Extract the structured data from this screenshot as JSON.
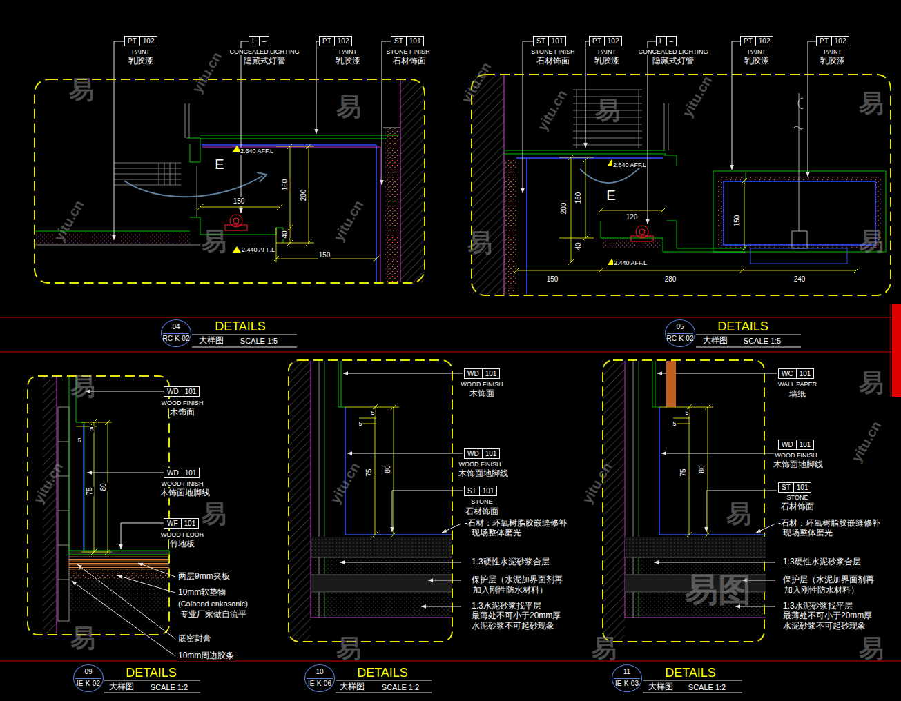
{
  "diagram": {
    "nodes": [
      {
        "text": [
          "PT",
          "102"
        ]
      },
      {
        "text": [
          "L",
          "–"
        ]
      },
      {
        "text": [
          "PT",
          "102"
        ]
      },
      {
        "text": [
          "ST",
          "101"
        ]
      },
      {
        "text": [
          "ST",
          "101"
        ]
      },
      {
        "text": [
          "PT",
          "102"
        ]
      },
      {
        "text": [
          "L",
          "–"
        ]
      },
      {
        "text": [
          "PT",
          "102"
        ]
      },
      {
        "text": [
          "PT",
          "102"
        ]
      },
      {
        "text": [
          "04",
          "RC-K-02"
        ]
      },
      {
        "text": [
          "05",
          "RC-K-02"
        ]
      },
      {
        "text": [
          "WD",
          "101"
        ]
      },
      {
        "text": [
          "WD",
          "101"
        ]
      },
      {
        "text": [
          "WF",
          "101"
        ]
      },
      {
        "text": [
          "WD",
          "101"
        ]
      },
      {
        "text": [
          "WD",
          "101"
        ]
      },
      {
        "text": [
          "ST",
          "101"
        ]
      },
      {
        "text": [
          "WC",
          "101"
        ]
      },
      {
        "text": [
          "WD",
          "101"
        ]
      },
      {
        "text": [
          "ST",
          "101"
        ]
      },
      {
        "text": [
          "09",
          "IE-K-02"
        ]
      },
      {
        "text": [
          "10",
          "IE-K-06"
        ]
      },
      {
        "text": [
          "11",
          "IE-K-03"
        ]
      }
    ],
    "labels": [
      "PAINT",
      "乳胶漆",
      "CONCEALED LIGHTING",
      "隐藏式灯管",
      "PAINT",
      "乳胶漆",
      "STONE FINISH",
      "石材饰面",
      "2.640 AFF.L",
      "E",
      "160",
      "200",
      "150",
      "40",
      "2.440 AFF.L",
      "150",
      "STONE FINISH",
      "石材饰面",
      "PAINT",
      "乳胶漆",
      "CONCEALED LIGHTING",
      "隐藏式灯管",
      "PAINT",
      "乳胶漆",
      "PAINT",
      "乳胶漆",
      "2.640 AFF.L",
      "E",
      "200",
      "160",
      "120",
      "40",
      "2.440 AFF.L",
      "150",
      "280",
      "150",
      "240",
      "DETAILS",
      "大样图",
      "SCALE 1:5",
      "DETAILS",
      "大样图",
      "SCALE 1:5",
      "WOOD FINISH",
      "木饰面",
      "WOOD FINISH",
      "木饰面地脚线",
      "WOOD FLOOR",
      "竹地板",
      "两层9mm夹板",
      "10mm软垫物",
      "(Colbond enkasonic)",
      "专业厂家做自流平",
      "嵌密封膏",
      "10mm周边胶条",
      "5",
      "5",
      "75",
      "80",
      "WOOD FINISH",
      "木饰面",
      "WOOD FINISH",
      "木饰面地脚线",
      "STONE",
      "石材饰面",
      "-石材：环氧树脂胶嵌缝修补",
      "现场整体磨光",
      "1:3硬性水泥砂浆合层",
      "保护层（水泥加界面剂再",
      "加入刚性防水材料）",
      "1:3水泥砂浆找平层",
      "最薄处不可小于20mm厚",
      "水泥砂浆不可起砂现象",
      "5",
      "5",
      "75",
      "80",
      "WALL PAPER",
      "墙纸",
      "WOOD FINISH",
      "木饰面地脚线",
      "STONE",
      "石材饰面",
      "-石材：环氧树脂胶嵌缝修补",
      "现场整体磨光",
      "1:3硬性水泥砂浆合层",
      "保护层（水泥加界面剂再",
      "加入刚性防水材料）",
      "1:3水泥砂浆找平层",
      "最薄处不可小于20mm厚",
      "水泥砂浆不可起砂现象",
      "5",
      "5",
      "75",
      "80",
      "DETAILS",
      "大样图",
      "SCALE 1:2",
      "DETAILS",
      "大样图",
      "SCALE 1:2",
      "DETAILS",
      "大样图",
      "SCALE 1:2",
      "易",
      "易",
      "易",
      "易",
      "易",
      "易",
      "易",
      "易",
      "易",
      "易",
      "易",
      "易",
      "易",
      "易",
      "易",
      "yitu.cn",
      "yitu.cn",
      "yitu.cn",
      "yitu.cn",
      "yitu.cn",
      "yitu.cn",
      "yitu.cn",
      "yitu.cn",
      "yitu.cn",
      "yitu.cn",
      "易图"
    ]
  }
}
